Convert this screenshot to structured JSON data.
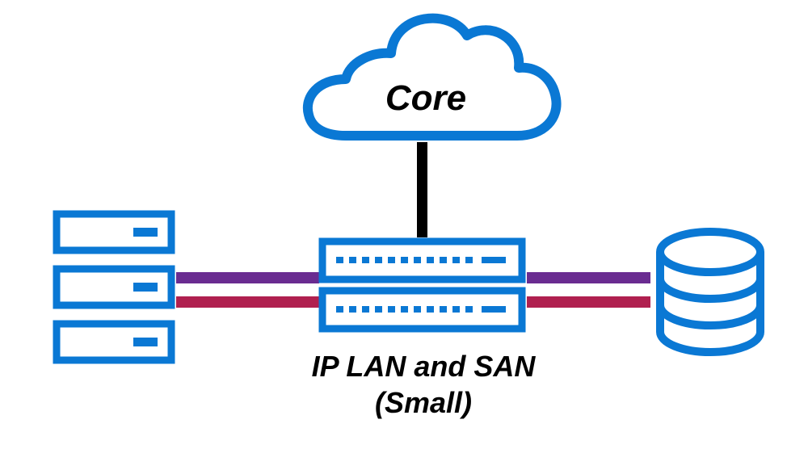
{
  "cloud": {
    "label": "Core"
  },
  "switch_stack": {
    "caption_line1": "IP LAN and SAN",
    "caption_line2": "(Small)"
  },
  "colors": {
    "icon_blue": "#0a78d4",
    "link_core": "#000000",
    "link_lan": "#6a2c91",
    "link_san": "#b0204f"
  },
  "icons": {
    "cloud": "cloud-icon",
    "server_rack": "server-rack-icon",
    "network_switch": "network-switch-icon",
    "database": "database-icon"
  }
}
